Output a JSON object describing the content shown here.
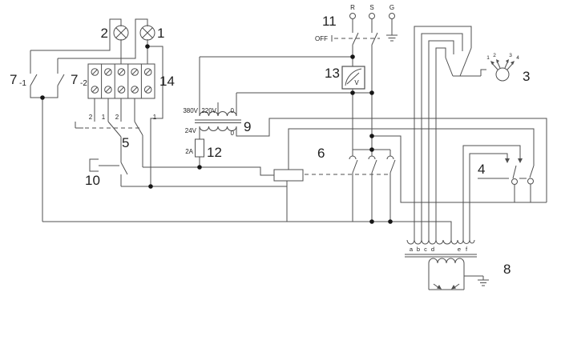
{
  "diagram": {
    "background": "#ffffff",
    "wire_color": "#4f4f4f",
    "text_color": "#1f1f1f",
    "labels": {
      "n1": "1",
      "n2": "2",
      "n3": "3",
      "n4": "4",
      "n5": "5",
      "n6": "6",
      "n7": "7",
      "n7s1": "-1",
      "n7s2": "-2",
      "n8": "8",
      "n9": "9",
      "n10": "10",
      "n11": "11",
      "n12": "12",
      "n13": "13",
      "n14": "14"
    },
    "phase_terminals": {
      "r": "R",
      "s": "S",
      "g": "G"
    },
    "main_switch11": {
      "state": "OFF"
    },
    "control_transformer9": {
      "primary_taps": [
        "380V",
        "220V",
        "0"
      ],
      "secondary_taps": [
        "24V",
        "0"
      ]
    },
    "fuse12": {
      "rating": "2A"
    },
    "selector_switch5": {
      "terminals": [
        "2",
        "1",
        "2",
        "1"
      ]
    },
    "output_transformer8": {
      "taps": [
        "a",
        "b",
        "c",
        "d",
        "e",
        "f"
      ]
    },
    "rotary_switch3": {
      "positions": [
        "1",
        "2",
        "3",
        "4"
      ]
    },
    "voltmeter13": {
      "unit": "V"
    }
  }
}
